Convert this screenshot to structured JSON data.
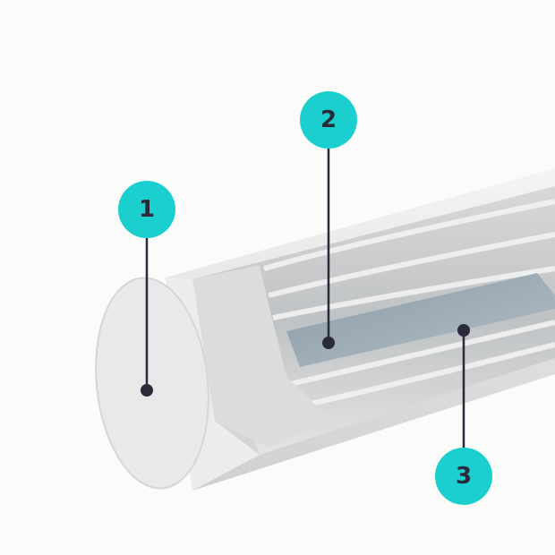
{
  "colors": {
    "accent": "#1ccfcf",
    "line": "#2a2a3a",
    "background": "#fbfbfa"
  },
  "callouts": [
    {
      "label": "1"
    },
    {
      "label": "2"
    },
    {
      "label": "3"
    }
  ]
}
